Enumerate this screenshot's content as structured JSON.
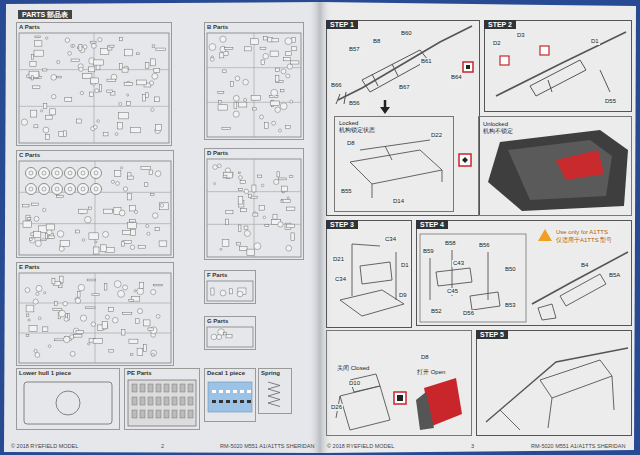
{
  "diagram": {
    "nodes": [
      {
        "text": [
          "A Parts"
        ]
      },
      {
        "text": [
          "B Parts"
        ]
      },
      {
        "text": [
          "C Parts"
        ]
      },
      {
        "text": [
          "D Parts"
        ]
      },
      {
        "text": [
          "E Parts"
        ]
      },
      {
        "text": [
          "F Parts"
        ]
      },
      {
        "text": [
          "G Parts"
        ]
      },
      {
        "text": [
          "Lower hull 1 piece"
        ]
      },
      {
        "text": [
          "PE Parts"
        ]
      },
      {
        "text": [
          "Decal 1 piece"
        ]
      },
      {
        "text": [
          "Spring"
        ]
      },
      {
        "text": [
          "STEP 1"
        ]
      },
      {
        "text": [
          "Locked",
          "机构锁定状态"
        ],
        "in": 11
      },
      {
        "text": [
          "Unlocked",
          "机构不锁定"
        ]
      },
      {
        "text": [
          "STEP 2"
        ]
      },
      {
        "text": [
          "STEP 3"
        ]
      },
      {
        "text": [
          "关闭 Closed",
          "打开 Open"
        ]
      },
      {
        "text": [
          "STEP 4"
        ]
      },
      {
        "text": [
          "STEP 5"
        ]
      }
    ],
    "labels": [
      "PARTS 部品表",
      "© 2018 RYEFIELD MODEL",
      "2",
      "RM-5020 M551 A1/A1TTS SHERIDAN",
      "© 2018 RYEFIELD MODEL",
      "3",
      "RM-5020 M551 A1/A1TTS SHERIDAN",
      "B57",
      "B8",
      "B60",
      "B64",
      "B66",
      "B56",
      "B67",
      "B61",
      "D8",
      "D22",
      "B55",
      "D14",
      "D2",
      "D3",
      "D1",
      "D55",
      "C34",
      "D21",
      "C34",
      "D1",
      "D9",
      "D10",
      "D26",
      "D8",
      "B59",
      "B58",
      "B56",
      "C43",
      "C45",
      "B52",
      "D56",
      "B53",
      "B50",
      "B4",
      "B5A",
      "Use only for A1TTS",
      "仅适用于A1TTS 型号"
    ]
  }
}
